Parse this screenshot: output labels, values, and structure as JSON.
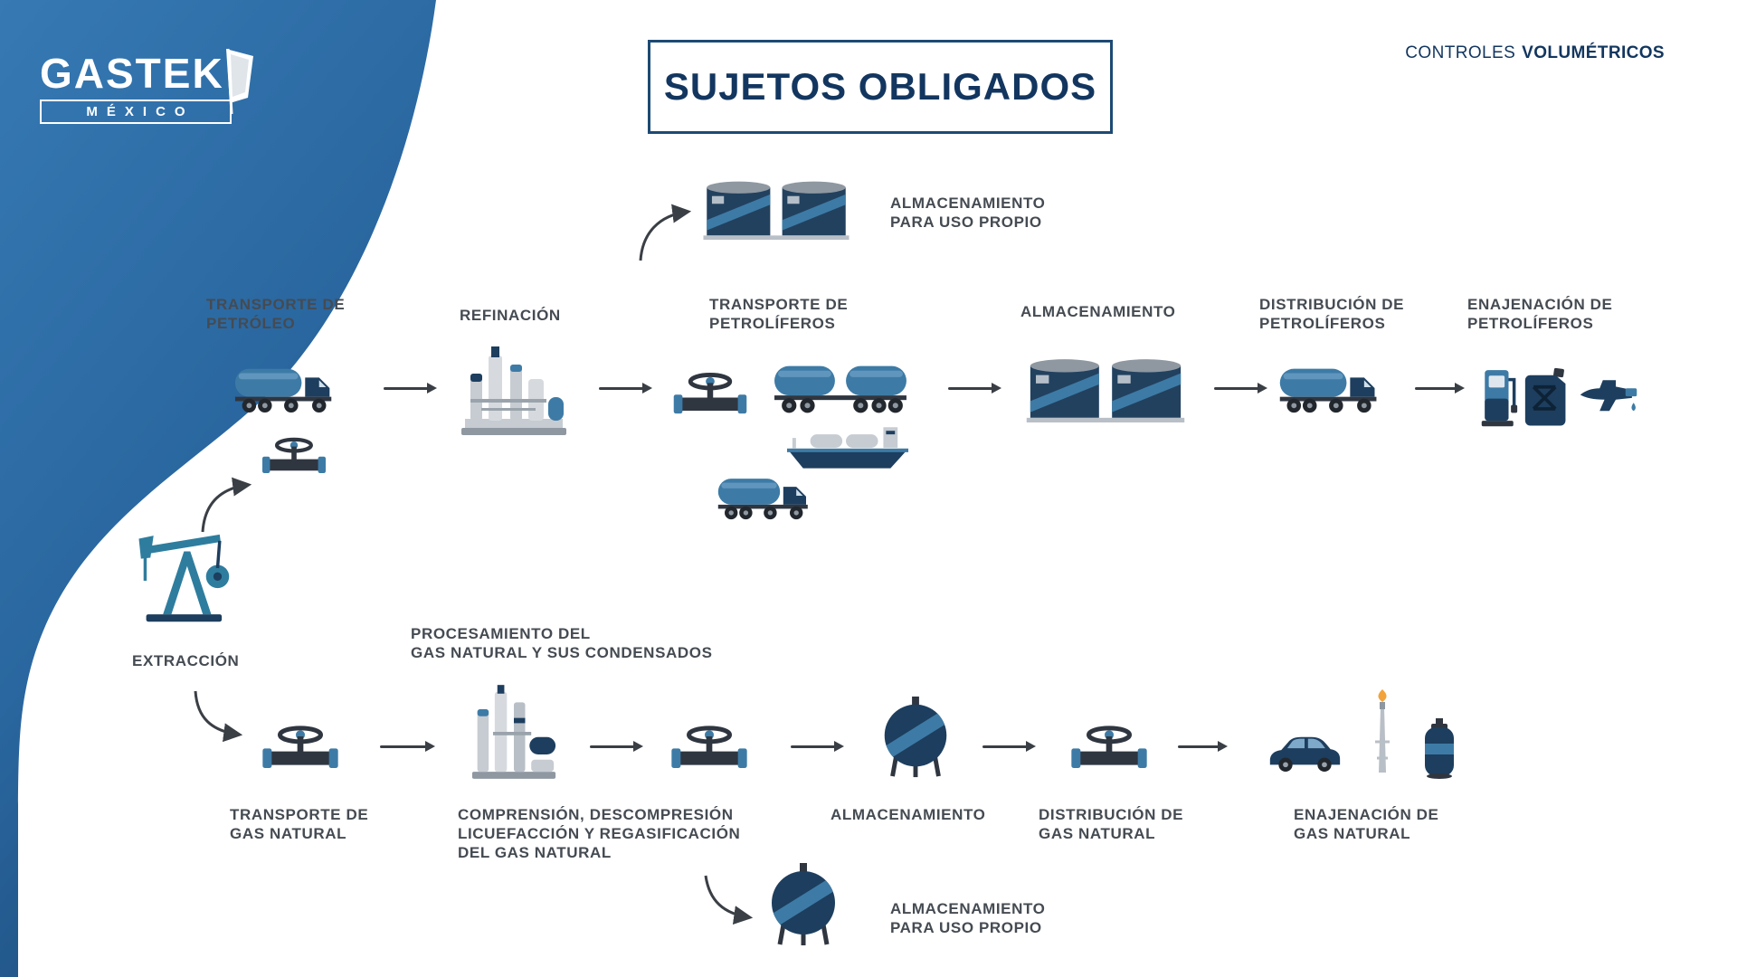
{
  "brand": {
    "name": "GASTEK",
    "country": "MÉXICO"
  },
  "header": {
    "title": "SUJETOS OBLIGADOS",
    "corner_normal": "CONTROLES",
    "corner_bold": "VOLUMÉTRICOS"
  },
  "extraction": {
    "label": "EXTRACCIÓN"
  },
  "flow_top": {
    "nodes": [
      {
        "label_lines": [
          "TRANSPORTE DE",
          "PETRÓLEO"
        ]
      },
      {
        "label_lines": [
          "REFINACIÓN"
        ]
      },
      {
        "label_lines": [
          "TRANSPORTE DE",
          "PETROLÍFEROS"
        ]
      },
      {
        "label_lines": [
          "ALMACENAMIENTO"
        ]
      },
      {
        "label_lines": [
          "DISTRIBUCIÓN DE",
          "PETROLÍFEROS"
        ]
      },
      {
        "label_lines": [
          "ENAJENACIÓN DE",
          "PETROLÍFEROS"
        ]
      }
    ],
    "own_storage": {
      "label_lines": [
        "ALMACENAMIENTO",
        "PARA USO PROPIO"
      ]
    }
  },
  "flow_bottom": {
    "nodes": [
      {
        "label_lines": [
          "TRANSPORTE DE",
          "GAS NATURAL"
        ]
      },
      {
        "label_above_lines": [
          "PROCESAMIENTO DEL",
          "GAS NATURAL Y SUS CONDENSADOS"
        ],
        "label_lines": [
          "COMPRENSIÓN, DESCOMPRESIÓN",
          "LICUEFACCIÓN Y REGASIFICACIÓN",
          "DEL GAS NATURAL"
        ]
      },
      {
        "label_lines": [
          "ALMACENAMIENTO"
        ]
      },
      {
        "label_lines": [
          "DISTRIBUCIÓN DE",
          "GAS NATURAL"
        ]
      },
      {
        "label_lines": [
          "ENAJENACIÓN DE",
          "GAS NATURAL"
        ]
      }
    ],
    "own_storage": {
      "label_lines": [
        "ALMACENAMIENTO",
        "PARA USO PROPIO"
      ]
    }
  },
  "colors": {
    "corner_blue": "#2c6ba3",
    "navy": "#1d3e5e",
    "steel_blue": "#3d7ba6",
    "label_gray": "#454b52",
    "arrow": "#3a3f45",
    "flame_orange": "#f2a33c"
  }
}
